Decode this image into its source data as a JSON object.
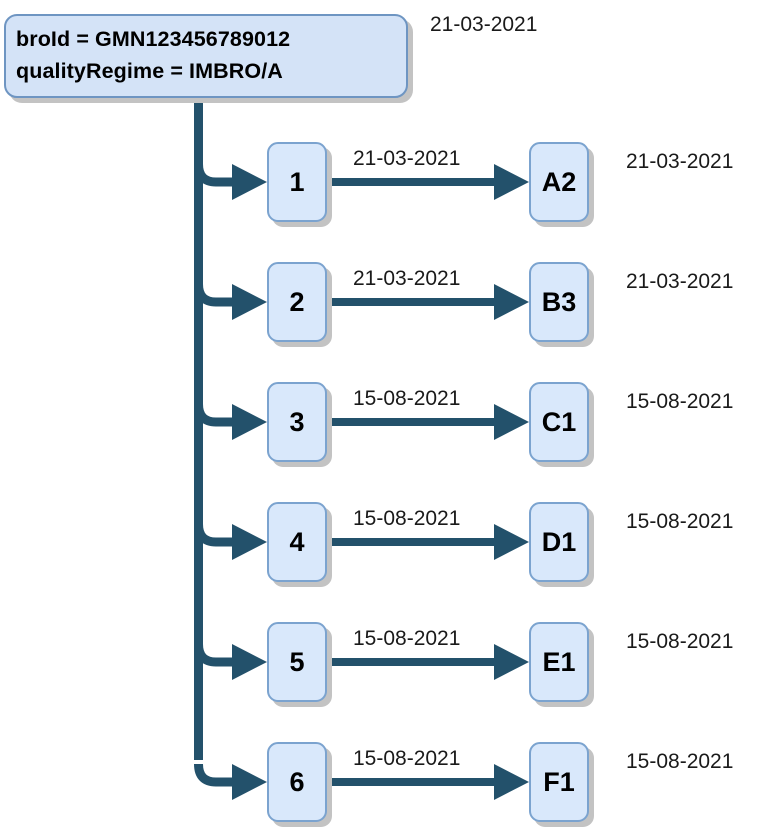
{
  "diagram": {
    "type": "tree-timeline",
    "title_date": "21-03-2021",
    "root": {
      "line1": "broId = GMN123456789012",
      "line2": "qualityRegime = IMBRO/A",
      "fill": "#d4e3f7",
      "border": "#6e95c2"
    },
    "connector_color": "#23516b",
    "node_fill": "#d9e8fb",
    "node_border": "#7ba3cf",
    "shadow_color": "#c3c3c3",
    "rows": [
      {
        "left_label": "1",
        "edge_date": "21-03-2021",
        "right_label": "A2",
        "tail_date": "21-03-2021"
      },
      {
        "left_label": "2",
        "edge_date": "21-03-2021",
        "right_label": "B3",
        "tail_date": "21-03-2021"
      },
      {
        "left_label": "3",
        "edge_date": "15-08-2021",
        "right_label": "C1",
        "tail_date": "15-08-2021"
      },
      {
        "left_label": "4",
        "edge_date": "15-08-2021",
        "right_label": "D1",
        "tail_date": "15-08-2021"
      },
      {
        "left_label": "5",
        "edge_date": "15-08-2021",
        "right_label": "E1",
        "tail_date": "15-08-2021"
      },
      {
        "left_label": "6",
        "edge_date": "15-08-2021",
        "right_label": "F1",
        "tail_date": "15-08-2021"
      }
    ]
  }
}
